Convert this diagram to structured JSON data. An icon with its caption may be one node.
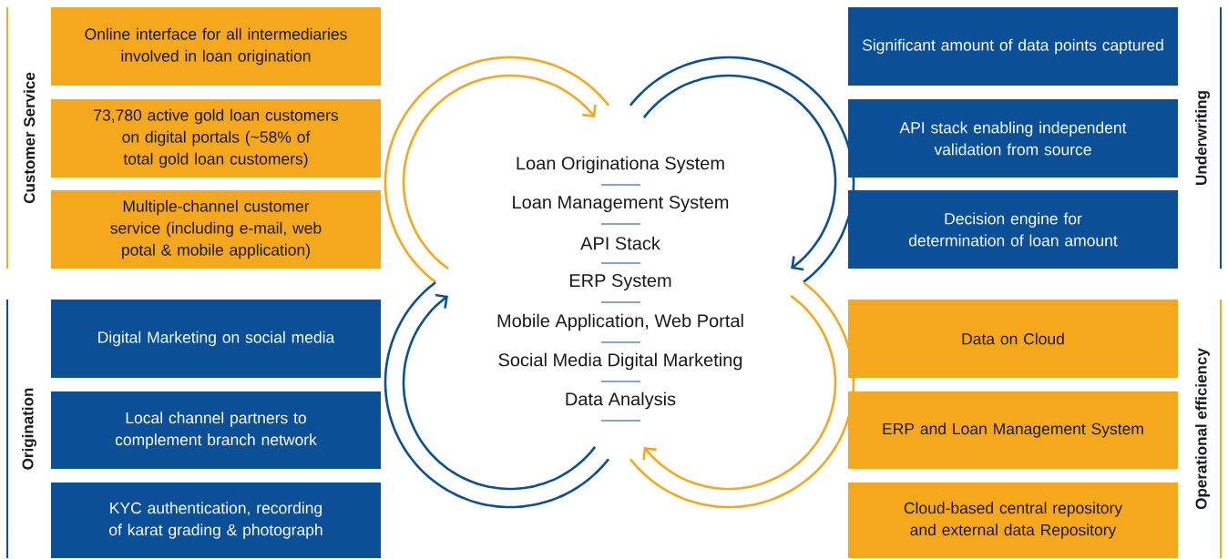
{
  "diagram": {
    "nodes": [
      {
        "text": [
          "Online interface for all intermediaries involved in loan origination"
        ]
      },
      {
        "text": [
          "73,780 active gold loan customers on digital portals (~58% of total gold loan customers)"
        ]
      },
      {
        "text": [
          "Multiple-channel customer service (including e-mail, web potal & mobile application)"
        ]
      },
      {
        "text": [
          "Digital Marketing on social media"
        ]
      },
      {
        "text": [
          "Local channel partners to complement branch network"
        ]
      },
      {
        "text": [
          "KYC authentication, recording of karat grading & photograph"
        ]
      },
      {
        "text": [
          "Significant amount of data points captured"
        ]
      },
      {
        "text": [
          "API stack enabling independent validation from source"
        ]
      },
      {
        "text": [
          "Decision engine for determination of loan amount"
        ]
      },
      {
        "text": [
          "Data on Cloud"
        ]
      },
      {
        "text": [
          "ERP and Loan Management System"
        ]
      },
      {
        "text": [
          "Cloud-based central repository and external data Repository"
        ]
      }
    ],
    "labels": [
      "Customer Service",
      "Underwriting",
      "Loan Originationa System",
      "Loan Management System",
      "API Stack",
      "ERP System",
      "Mobile Application, Web Portal",
      "Social Media Digital Marketing",
      "Data Analysis",
      "Origination",
      "Operational efficiency"
    ]
  }
}
